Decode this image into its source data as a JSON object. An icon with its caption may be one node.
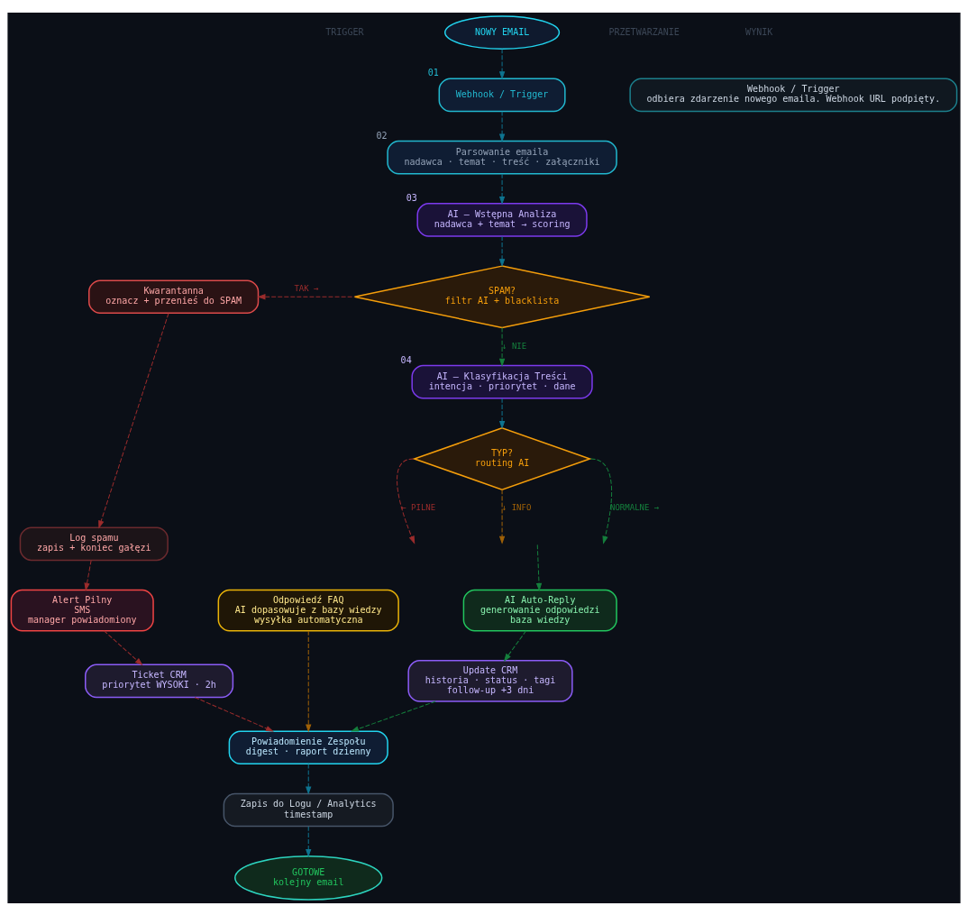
{
  "diagram": {
    "nodes": [
      {
        "text": [
          "NOWY EMAIL"
        ]
      },
      {
        "text": [
          "Webhook / Trigger"
        ],
        "beside": [
          "01"
        ]
      },
      {
        "text": [
          "Webhook / Trigger",
          "odbiera zdarzenie nowego emaila. Webhook URL podpięty."
        ]
      },
      {
        "text": [
          "Parsowanie emaila",
          "nadawca · temat · treść · załączniki"
        ],
        "beside": [
          "02"
        ]
      },
      {
        "text": [
          "AI – Wstępna Analiza",
          "nadawca + temat → scoring"
        ],
        "beside": [
          "03"
        ]
      },
      {
        "text": [
          "SPAM?",
          "filtr AI + blacklista"
        ]
      },
      {
        "text": [
          "Kwarantanna",
          "oznacz + przenieś do SPAM"
        ]
      },
      {
        "text": [
          "AI – Klasyfikacja Treści",
          "intencja · priorytet · dane"
        ],
        "beside": [
          "04"
        ]
      },
      {
        "text": [
          "TYP?",
          "routing AI"
        ]
      },
      {
        "text": [
          "Log spamu",
          "zapis + koniec gałęzi"
        ]
      },
      {
        "text": [
          "Alert Pilny",
          "SMS",
          "manager powiadomiony"
        ]
      },
      {
        "text": [
          "AI Auto-Reply",
          "generowanie odpowiedzi",
          "baza wiedzy"
        ]
      },
      {
        "text": [
          "Odpowiedź FAQ",
          "AI dopasowuje z bazy wiedzy",
          "wysyłka automatyczna"
        ]
      },
      {
        "text": [
          "Ticket CRM",
          "priorytet WYSOKI · 2h"
        ]
      },
      {
        "text": [
          "Update CRM",
          "historia · status · tagi",
          "follow-up +3 dni"
        ]
      },
      {
        "text": [
          "Powiadomienie Zespołu",
          "digest · raport dzienny"
        ]
      },
      {
        "text": [
          "Zapis do Logu / Analytics",
          "timestamp"
        ]
      },
      {
        "text": [
          "GOTOWE",
          "kolejny email"
        ]
      }
    ],
    "edges": [
      {
        "from": 0,
        "to": 1,
        "arrow": "to"
      },
      {
        "from": 1,
        "to": 3,
        "arrow": "to"
      },
      {
        "from": 3,
        "to": 4,
        "arrow": "to"
      },
      {
        "from": 4,
        "to": 5,
        "arrow": "to"
      },
      {
        "from": 5,
        "to": 6,
        "arrow": "to",
        "label": "TAK →",
        "color": "#9b2c2c"
      },
      {
        "from": 5,
        "to": 7,
        "arrow": "to",
        "label": "↓ NIE",
        "color": "#15803d"
      },
      {
        "from": 6,
        "to": 9,
        "arrow": "to",
        "color": "#9b2c2c"
      },
      {
        "from": 7,
        "to": 8,
        "arrow": "to"
      },
      {
        "from": 8,
        "to": null,
        "arrow": "to",
        "label": "← PILNE",
        "color": "#9b2c2c"
      },
      {
        "from": 8,
        "to": null,
        "arrow": "to",
        "label": "NORMALNE →",
        "color": "#15803d"
      },
      {
        "from": 8,
        "to": null,
        "arrow": "to",
        "label": "↓ INFO",
        "color": "#a16207"
      },
      {
        "from": 9,
        "to": 10,
        "arrow": "to",
        "color": "#9b2c2c"
      },
      {
        "from": null,
        "to": 11,
        "arrow": "to",
        "color": "#15803d"
      },
      {
        "from": 10,
        "to": 13,
        "arrow": "to",
        "color": "#9b2c2c"
      },
      {
        "from": 11,
        "to": 14,
        "arrow": "to",
        "color": "#15803d"
      },
      {
        "from": 13,
        "to": 15,
        "arrow": "to",
        "color": "#9b2c2c"
      },
      {
        "from": 12,
        "to": 15,
        "arrow": "to",
        "color": "#a16207"
      },
      {
        "from": 14,
        "to": 15,
        "arrow": "to",
        "color": "#15803d"
      },
      {
        "from": 15,
        "to": 16,
        "arrow": "to"
      },
      {
        "from": 16,
        "to": 17,
        "arrow": "to"
      }
    ],
    "labels": [
      "TRIGGER",
      "PRZETWARZANIE",
      "WYNIK"
    ]
  }
}
